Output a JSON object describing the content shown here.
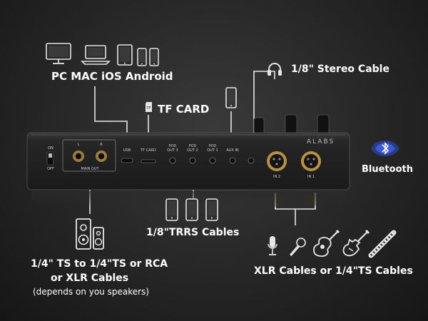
{
  "colors": {
    "background": "#2a2a2a",
    "text": "#ffffff",
    "bluetooth_accent": "#3b5bd9",
    "device_body": "#232323"
  },
  "labels": {
    "computers": "PC MAC iOS Android",
    "tf_card": "TF CARD",
    "stereo_cable": "1/8\" Stereo Cable",
    "bluetooth": "Bluetooth",
    "trrs_cables": "1/8\"TRRS Cables",
    "speaker_line1": "1/4\" TS to 1/4\"TS or RCA",
    "speaker_line2": "or XLR Cables",
    "speaker_line3": "(depends on you speakers)",
    "xlr_cables": "XLR Cables or 1/4\"TS Cables"
  },
  "device": {
    "brand": "ALABS",
    "on": "ON",
    "off": "OFF",
    "left": "L",
    "right": "R",
    "main_out": "MAIN OUT",
    "usb": "USB",
    "tf_card_port": "TF CARD",
    "pod_out3": "POD\nOUT 3",
    "pod_out2": "POD\nOUT 2",
    "pod_out1": "POD\nOUT 1",
    "aux_in": "AUX IN",
    "in2": "IN 2",
    "in1": "IN 1"
  },
  "icons": {
    "computers": [
      "monitor-icon",
      "laptop-icon",
      "tablet-icon",
      "phone-icon",
      "phone-icon"
    ],
    "tf": "sd-card-icon",
    "aux": "smartphone-icon",
    "headphones": "headphones-icon",
    "bluetooth": "bluetooth-icon",
    "pods": [
      "phone-icon",
      "phone-icon",
      "phone-icon"
    ],
    "speakers": "speakers-icon",
    "instruments": [
      "microphone-icon",
      "handheld-mic-icon",
      "acoustic-guitar-icon",
      "electric-guitar-icon",
      "cable-icon"
    ]
  }
}
